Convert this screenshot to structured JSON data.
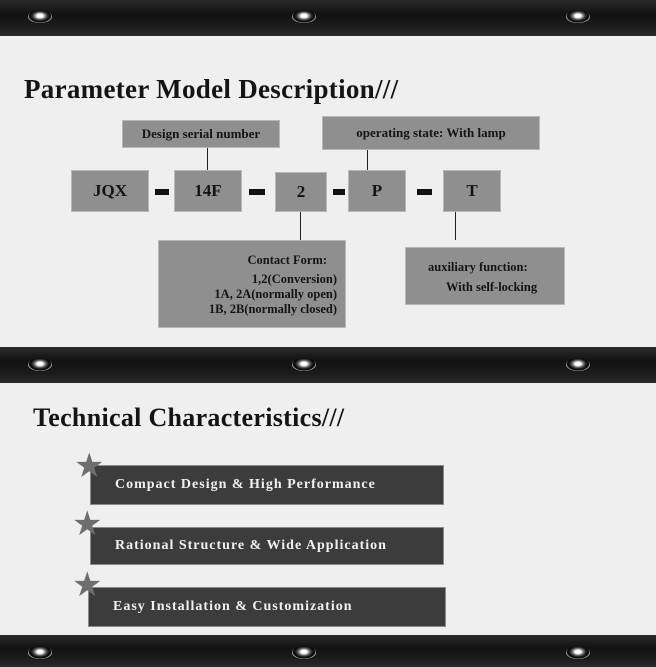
{
  "section1": {
    "title": "Parameter Model Description///",
    "segments": [
      "JQX",
      "14F",
      "2",
      "P",
      "T"
    ],
    "labels": {
      "design_serial": "Design serial number",
      "operating_state": "operating state: With lamp",
      "contact_form": {
        "title": "Contact Form:",
        "lines": [
          "1,2(Conversion)",
          "1A, 2A(normally open)",
          "1B, 2B(normally closed)"
        ]
      },
      "auxiliary": {
        "title": "auxiliary function:",
        "line": "With self-locking"
      }
    }
  },
  "section2": {
    "title": "Technical Characteristics///",
    "features": [
      "Compact Design & High Performance",
      "Rational Structure & Wide Application",
      "Easy Installation & Customization"
    ]
  }
}
